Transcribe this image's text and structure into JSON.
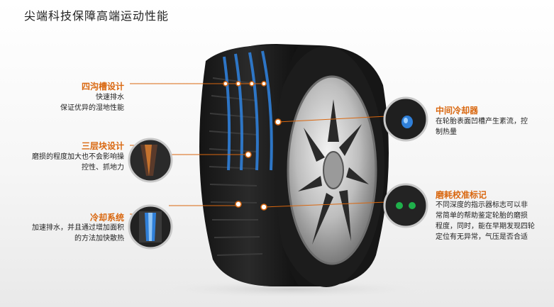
{
  "title": "尖端科技保障高端运动性能",
  "colors": {
    "accent": "#d9670f",
    "groove_blue": "#2f7fd8",
    "wear_green": "#1fb04b"
  },
  "features": [
    {
      "id": "four-groove",
      "heading": "四沟槽设计",
      "lines": [
        "快速排水",
        "保证优异的湿地性能"
      ]
    },
    {
      "id": "three-layer",
      "heading": "三层块设计",
      "lines": [
        "磨损的程度加大也不会影响操",
        "控性、抓地力"
      ]
    },
    {
      "id": "cooling-system",
      "heading": "冷却系统",
      "lines": [
        "加速排水，并且通过增加面积",
        "的方法加快散热"
      ]
    },
    {
      "id": "middle-cooler",
      "heading": "中间冷却器",
      "lines": [
        "在轮胎表面凹槽产生紊流，控",
        "制热量"
      ]
    },
    {
      "id": "wear-indicator",
      "heading": "磨耗校准标记",
      "lines": [
        "不同深度的指示器标志可以非",
        "常简单的帮助鉴定轮胎的磨损",
        "程度，同时，能在早期发现四轮",
        "定位有无异常，气压是否合适"
      ]
    }
  ]
}
